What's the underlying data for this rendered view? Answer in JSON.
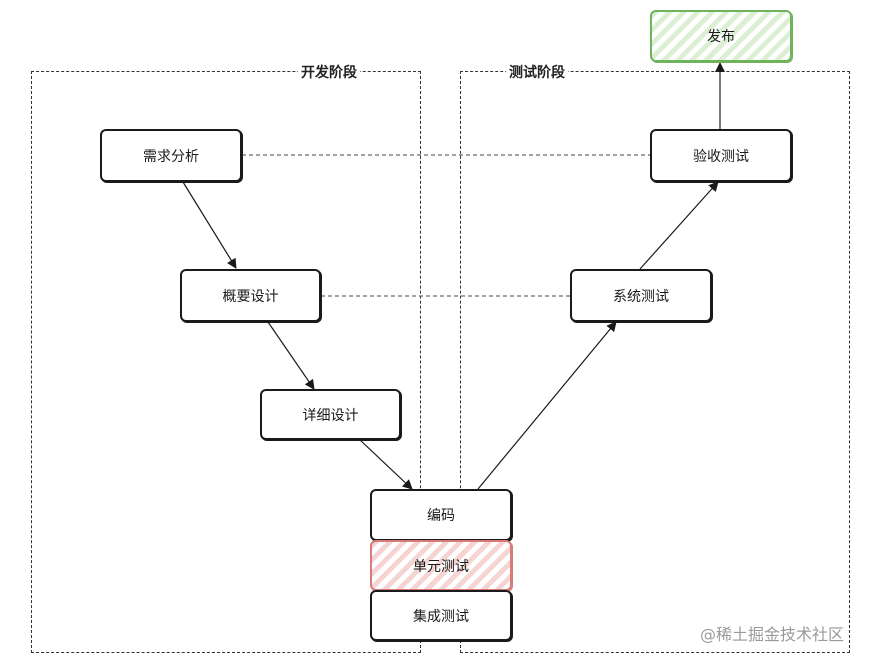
{
  "phases": {
    "development": {
      "title": "开发阶段"
    },
    "testing": {
      "title": "测试阶段"
    }
  },
  "nodes": {
    "release": "发布",
    "requirements": "需求分析",
    "acceptance_test": "验收测试",
    "high_level_design": "概要设计",
    "system_test": "系统测试",
    "detailed_design": "详细设计",
    "coding": "编码",
    "unit_test": "单元测试",
    "integration_test": "集成测试"
  },
  "colors": {
    "release_border": "#6fb35a",
    "unit_test_border": "#d77a7a"
  },
  "watermark": "@稀土掘金技术社区"
}
